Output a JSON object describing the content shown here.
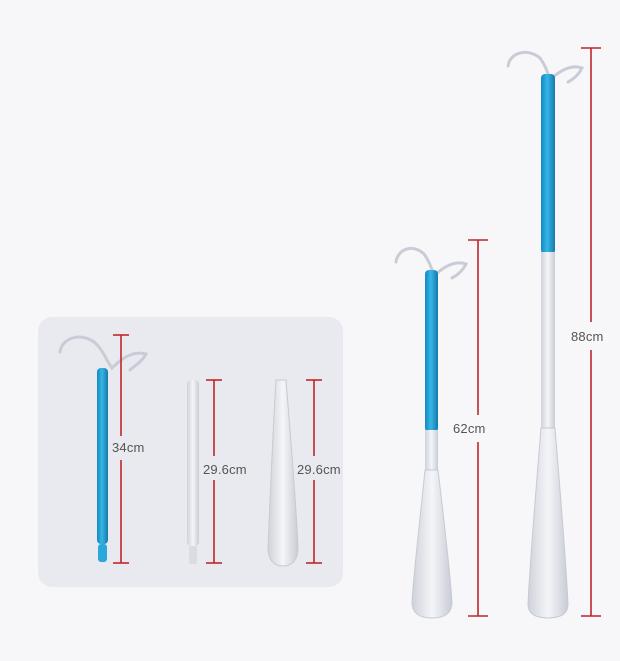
{
  "measurements": {
    "handle": "34cm",
    "extension_rod": "29.6cm",
    "horn_head": "29.6cm",
    "short_length": "62cm",
    "long_length": "88cm"
  },
  "colors": {
    "handle_blue": "#1fa3d6",
    "rod_white": "#e4e6ec",
    "measure_red": "#c0262c",
    "panel_bg": "#e9eaf0",
    "page_bg": "#f7f7f9"
  }
}
